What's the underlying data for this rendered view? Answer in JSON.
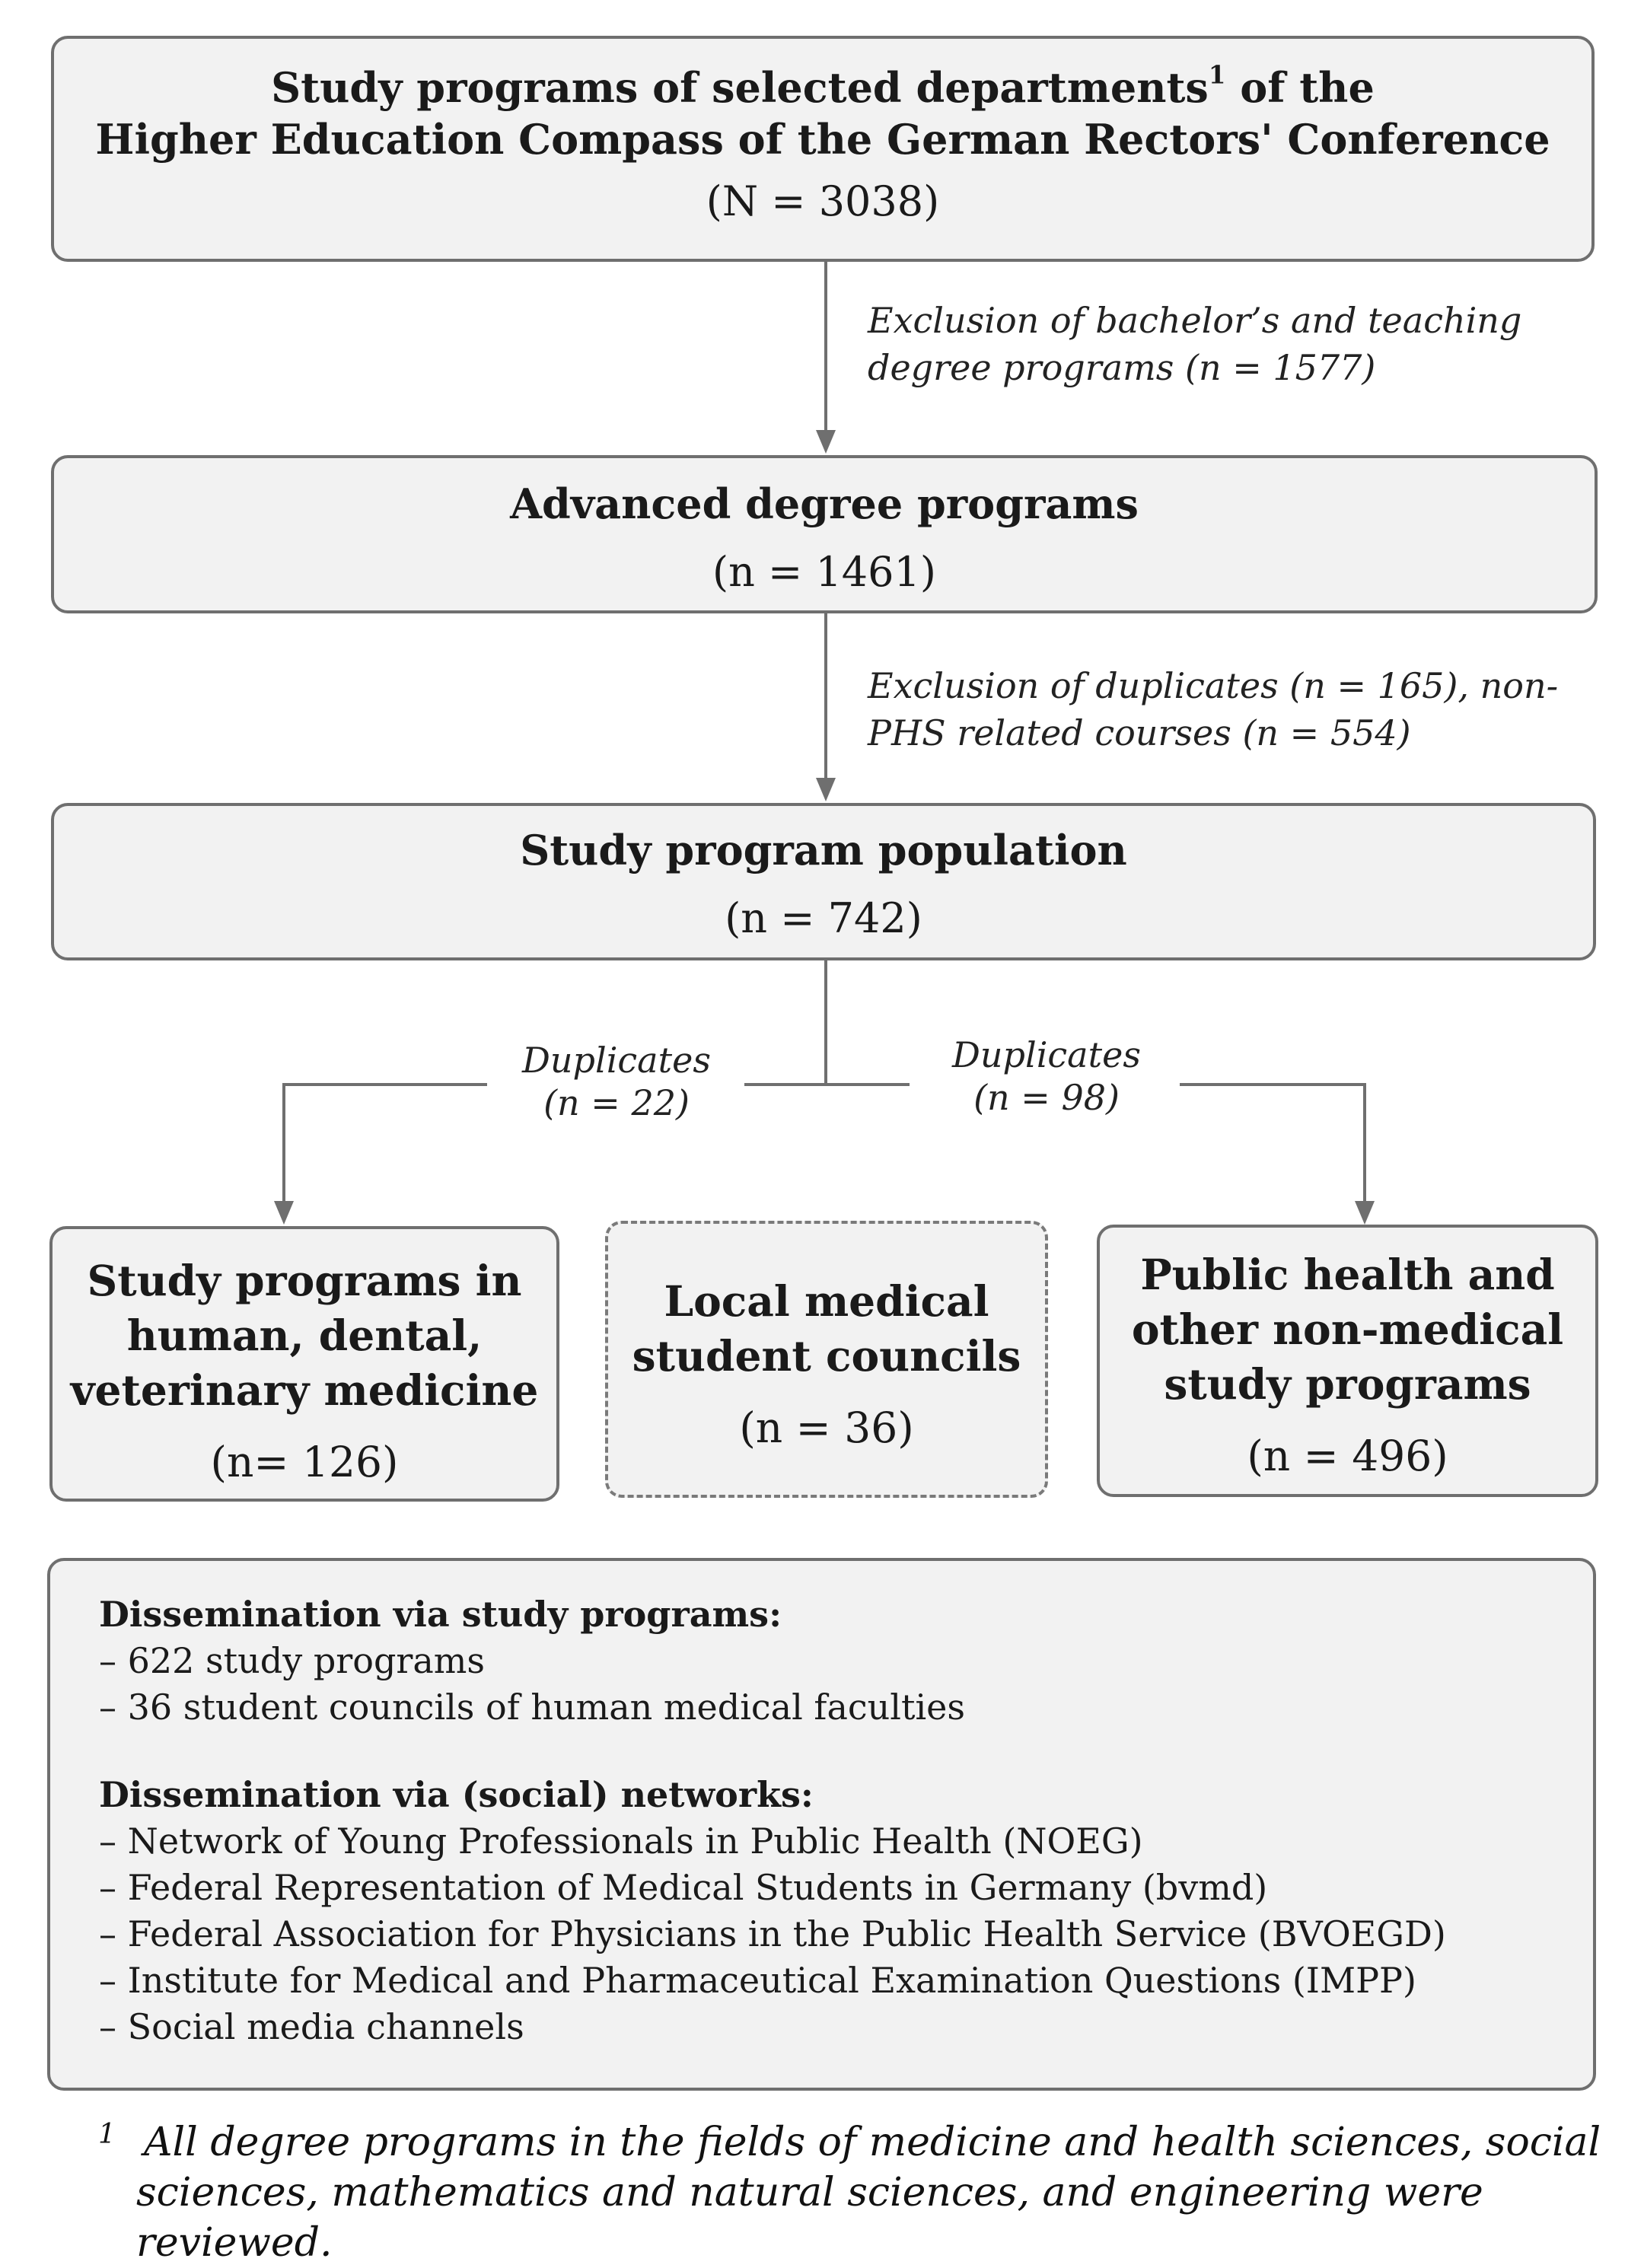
{
  "boxes": {
    "top": {
      "title_line1": "Study programs of selected departments",
      "sup": "1",
      "title_line1_end": " of the",
      "title_line2": "Higher Education Compass of the German Rectors' Conference",
      "count": "(N = 3038)"
    },
    "advanced": {
      "title": "Advanced degree programs",
      "count": "(n = 1461)"
    },
    "population": {
      "title": "Study program population",
      "count": "(n = 742)"
    },
    "medicine": {
      "title_lines": [
        "Study programs in",
        "human, dental,",
        "veterinary medicine"
      ],
      "count": "(n= 126)"
    },
    "councils": {
      "title_lines": [
        "Local medical",
        "student councils"
      ],
      "count": "(n = 36)"
    },
    "publichealth": {
      "title_lines": [
        "Public health and",
        "other non-medical",
        "study programs"
      ],
      "count": "(n = 496)"
    }
  },
  "notes": {
    "exclusion1": [
      "Exclusion of bachelor’s and teaching",
      "degree programs (n = 1577)"
    ],
    "exclusion2": [
      "Exclusion of duplicates (n = 165),  non-",
      "PHS related courses (n = 554)"
    ],
    "dup_left": [
      "Duplicates",
      "(n = 22)"
    ],
    "dup_right": [
      "Duplicates",
      "(n = 98)"
    ]
  },
  "dissemination": {
    "study_heading": "Dissemination via study programs:",
    "study_items": [
      "– 622 study programs",
      "– 36 student councils of human medical faculties"
    ],
    "network_heading": "Dissemination via (social) networks:",
    "network_items": [
      "– Network of Young Professionals in Public Health (NOEG)",
      "– Federal Representation of Medical Students in Germany (bvmd)",
      "– Federal Association for Physicians in the Public Health Service (BVOEGD)",
      "– Institute for Medical and Pharmaceutical Examination Questions (IMPP)",
      "– Social media channels"
    ]
  },
  "footnote": {
    "mark": "1",
    "lines": [
      "All degree programs in the fields of medicine and health sciences, social",
      "sciences, mathematics and natural sciences, and engineering were reviewed."
    ]
  },
  "colors": {
    "box_fill": "#f2f2f2",
    "box_border": "#6f6f6f",
    "line": "#6f6f6f"
  }
}
